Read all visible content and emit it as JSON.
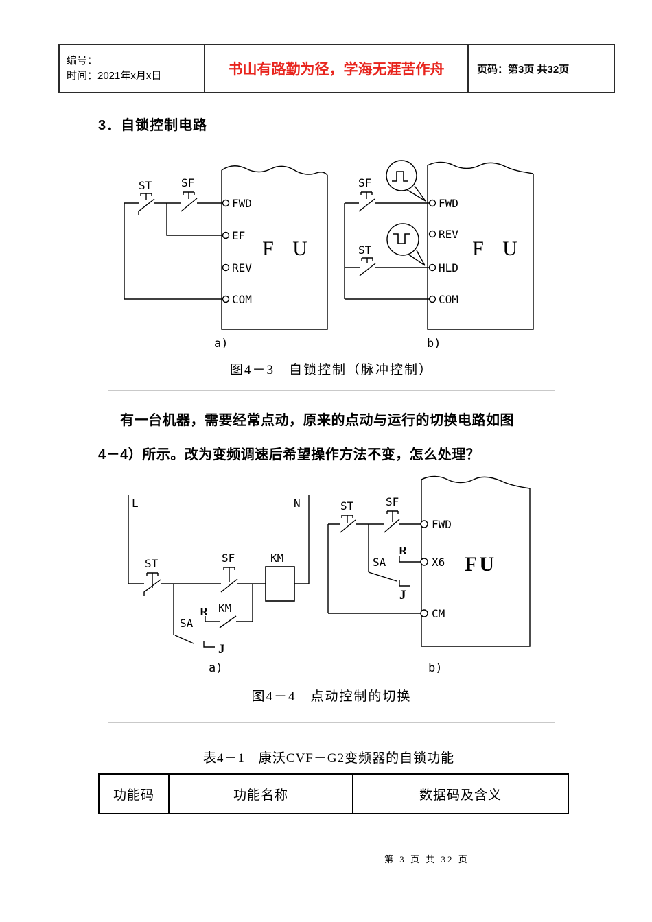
{
  "header": {
    "no_label": "编号：",
    "time_label": "时间：2021年x月x日",
    "slogan": "书山有路勤为径，学海无涯苦作舟",
    "slogan_color": "#e8241d",
    "page_label": "页码：第3页 共32页"
  },
  "heading": "3．自锁控制电路",
  "figure1": {
    "caption": "图4－3　自锁控制（脉冲控制）",
    "sub_a": "a)",
    "sub_b": "b)",
    "a": {
      "st": "ST",
      "sf": "SF",
      "t1": "FWD",
      "t2": "EF",
      "t3": "REV",
      "t4": "COM",
      "fu": "F U"
    },
    "b": {
      "sf": "SF",
      "st": "ST",
      "t1": "FWD",
      "t2": "REV",
      "t3": "HLD",
      "t4": "COM",
      "fu": "F U"
    }
  },
  "paragraph": {
    "line1": "有一台机器，需要经常点动，原来的点动与运行的切换电路如图",
    "line2": "4－4）所示。改为变频调速后希望操作方法不变，怎么处理？"
  },
  "figure2": {
    "caption": "图4－4　点动控制的切换",
    "sub_a": "a)",
    "sub_b": "b)",
    "a": {
      "l": "L",
      "n": "N",
      "st": "ST",
      "sf": "SF",
      "km_coil": "KM",
      "km_contact": "KM",
      "r": "R",
      "sa": "SA",
      "j": "J"
    },
    "b": {
      "st": "ST",
      "sf": "SF",
      "r": "R",
      "sa": "SA",
      "j": "J",
      "t1": "FWD",
      "t2": "X6",
      "t3": "CM",
      "fu": "FU"
    }
  },
  "table": {
    "title": "表4－1　康沃CVF－G2变频器的自锁功能",
    "headers": [
      "功能码",
      "功能名称",
      "数据码及含义"
    ]
  },
  "footer": {
    "text": "第 3 页 共 32 页"
  }
}
